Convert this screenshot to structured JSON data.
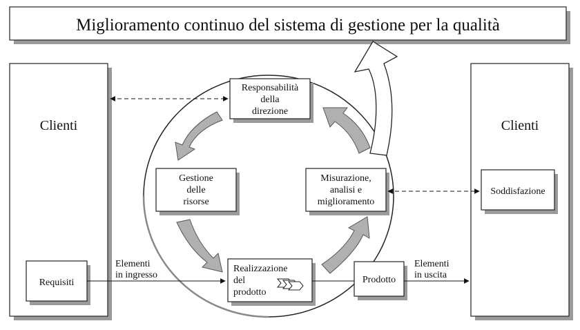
{
  "title": "Miglioramento continuo del sistema di gestione per la qualità",
  "left_panel": {
    "label": "Clienti",
    "box": "Requisiti"
  },
  "right_panel": {
    "label": "Clienti",
    "box": "Soddisfazione"
  },
  "cycle": {
    "responsabilita": [
      "Responsabilità",
      "della",
      "direzione"
    ],
    "risorse": [
      "Gestione",
      "delle",
      "risorse"
    ],
    "misurazione": [
      "Misurazione,",
      "analisi e",
      "miglioramento"
    ],
    "realizzazione": [
      "Realizzazione",
      "del",
      "prodotto"
    ]
  },
  "prodotto": "Prodotto",
  "input_label": [
    "Elementi",
    "in ingresso"
  ],
  "output_label": [
    "Elementi",
    "in uscita"
  ]
}
